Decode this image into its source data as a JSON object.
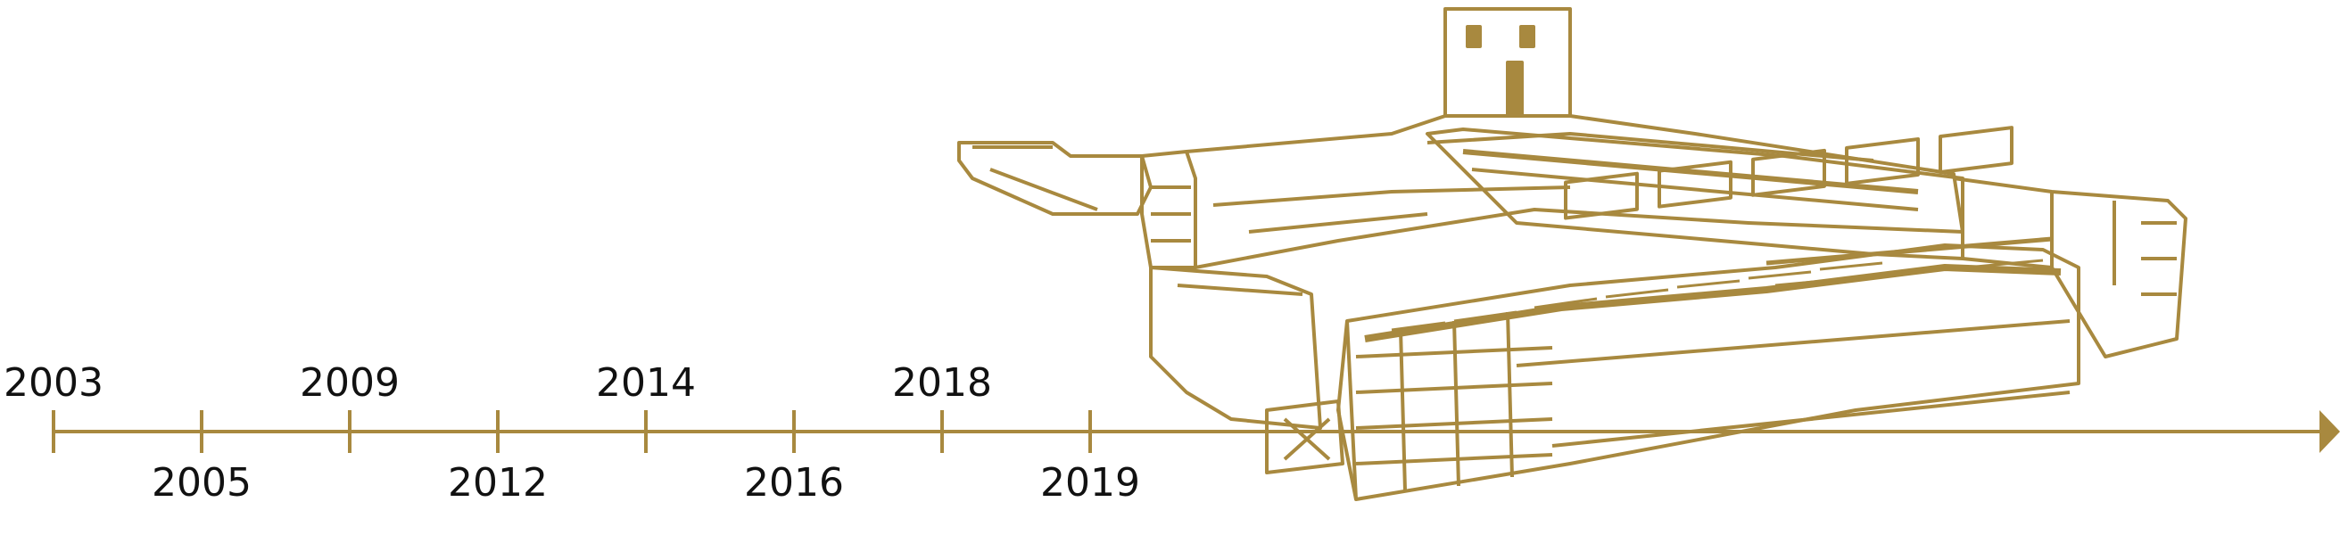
{
  "timeline": {
    "years": [
      {
        "label": "2003",
        "side": "above"
      },
      {
        "label": "2005",
        "side": "below"
      },
      {
        "label": "2009",
        "side": "above"
      },
      {
        "label": "2012",
        "side": "below"
      },
      {
        "label": "2014",
        "side": "above"
      },
      {
        "label": "2016",
        "side": "below"
      },
      {
        "label": "2018",
        "side": "above"
      },
      {
        "label": "2019",
        "side": "below"
      }
    ]
  },
  "colors": {
    "accent": "#A8893F",
    "text": "#111111",
    "background": "#FFFFFF"
  },
  "illustration": {
    "icon": "factory-building-illustration"
  }
}
